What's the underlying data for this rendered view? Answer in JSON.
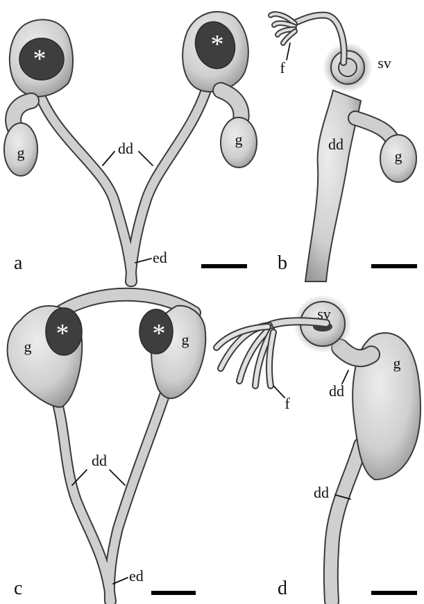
{
  "panels": [
    {
      "id": "a",
      "panel_label": "a",
      "labels": {
        "gonad_left": "g",
        "gonad_right": "g",
        "dd": "dd",
        "ed": "ed"
      },
      "markers": [
        "*",
        "*"
      ]
    },
    {
      "id": "b",
      "panel_label": "b",
      "labels": {
        "f": "f",
        "sv": "sv",
        "dd": "dd",
        "g": "g"
      }
    },
    {
      "id": "c",
      "panel_label": "c",
      "labels": {
        "gonad_left": "g",
        "gonad_right": "g",
        "dd": "dd",
        "ed": "ed"
      },
      "markers": [
        "*",
        "*"
      ]
    },
    {
      "id": "d",
      "panel_label": "d",
      "labels": {
        "sv": "sv",
        "g": "g",
        "dd_upper": "dd",
        "f": "f",
        "dd_lower": "dd"
      }
    }
  ],
  "colors": {
    "organ_fill": "#cfcfcf",
    "organ_light": "#e6e6e6",
    "outline": "#3a3a3a",
    "lumen": "#3e3e3e",
    "halo": "#bdbdbd",
    "scale_bar": "#000000"
  }
}
